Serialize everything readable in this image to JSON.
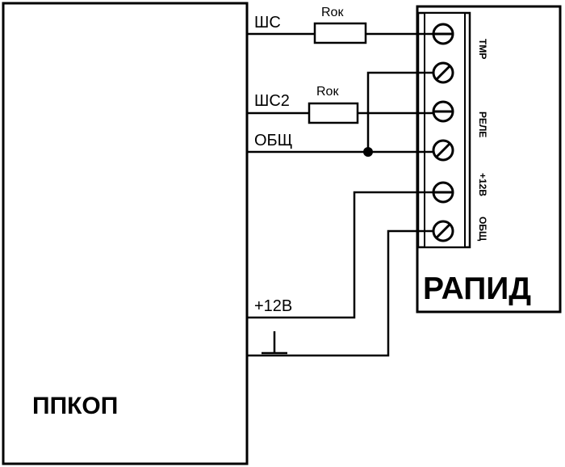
{
  "panel": {
    "label": "ППКОП"
  },
  "panel_wires": {
    "shs": "ШС",
    "shs2": "ШС2",
    "common": "ОБЩ",
    "plus12": "+12В",
    "ground_symbol": "⊥"
  },
  "resistors": [
    {
      "label": "Rок"
    },
    {
      "label": "Rок"
    }
  ],
  "device": {
    "label": "РАПИД"
  },
  "terminal_labels": {
    "tmp": "ТМР",
    "relay": "РЕЛЕ",
    "plus12": "+12В",
    "common": "ОБЩ"
  }
}
